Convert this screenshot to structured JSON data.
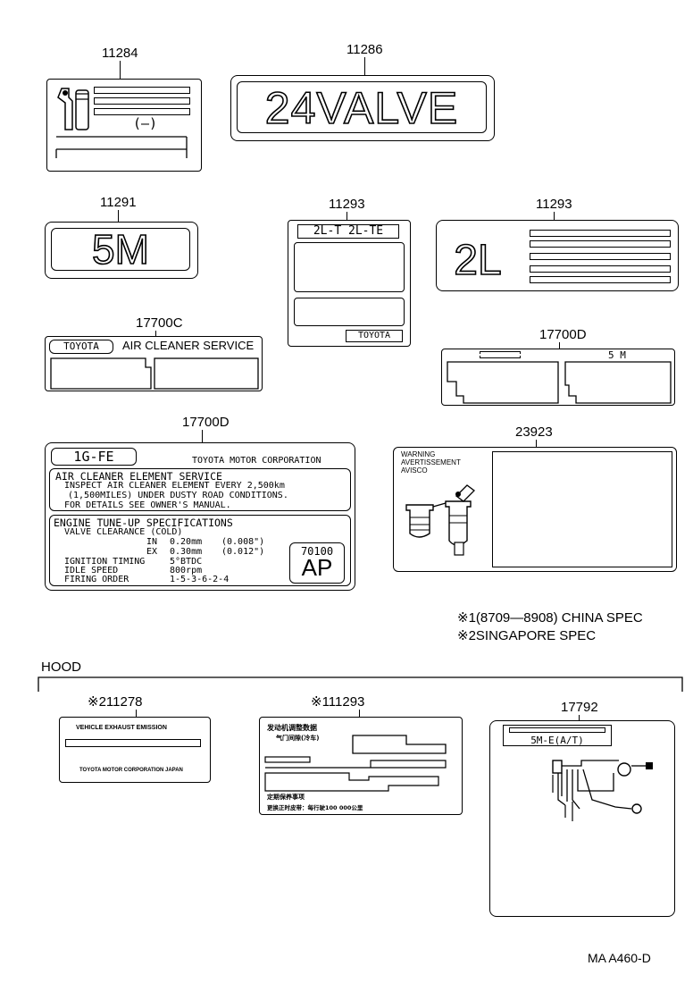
{
  "parts": {
    "p11284": "11284",
    "p11286": "11286",
    "p11291": "11291",
    "p11293a": "11293",
    "p11293b": "11293",
    "p17700c": "17700C",
    "p17700d_small": "17700D",
    "p17700d_big": "17700D",
    "p23923": "23923",
    "p11278": "※211278",
    "p11293china": "※111293",
    "p17792": "17792"
  },
  "labels": {
    "valve": "24VALVE",
    "m5": "5M",
    "l2": "2L",
    "l2_header": "2L-T  2L-TE",
    "l2_footer": "TOYOTA",
    "paren_mark": "(—)",
    "air_toyota": "TOYOTA",
    "air_service": "AIR CLEANER SERVICE",
    "d_small_tag": "5 M",
    "big": {
      "engine": "1G-FE",
      "corp": "TOYOTA MOTOR CORPORATION",
      "ace_title": "AIR CLEANER ELEMENT SERVICE",
      "ace_line1": "INSPECT AIR CLEANER ELEMENT EVERY 2,500km",
      "ace_line2": "(1,500MILES) UNDER DUSTY ROAD CONDITIONS.",
      "ace_line3": "FOR DETAILS SEE OWNER'S MANUAL.",
      "tune_title": "ENGINE TUNE-UP SPECIFICATIONS",
      "valve_clearance": "VALVE CLEARANCE (COLD)",
      "in_label": "IN",
      "in_mm": "0.20mm",
      "in_in": "(0.008\")",
      "ex_label": "EX",
      "ex_mm": "0.30mm",
      "ex_in": "(0.012\")",
      "ign_label": "IGNITION TIMING",
      "ign_val": "5°BTDC",
      "idle_label": "IDLE SPEED",
      "idle_val": "800rpm",
      "firing_label": "FIRING ORDER",
      "firing_val": "1-5-3-6-2-4",
      "code": "70100",
      "ap": "AP"
    },
    "warning": [
      "WARNING",
      "AVERTISSEMENT",
      "AVISCO"
    ],
    "vehicle_emission": "VEHICLE  EXHAUST  EMISSION",
    "vehicle_corp": "TOYOTA  MOTOR CORPORATION  JAPAN",
    "china_title": "发动机调整数据",
    "china_sub": "气门间隙(冷车)",
    "china_foot1": "定期保养事项",
    "china_foot2": "更换正时皮带：每行驶100 000公里",
    "r17792_tag": "5M-E(A/T)"
  },
  "notes": {
    "n1": "※1(8709—8908) CHINA  SPEC",
    "n2": "※2SINGAPORE  SPEC"
  },
  "hood": "HOOD",
  "footer_code": "MA  A460-D"
}
